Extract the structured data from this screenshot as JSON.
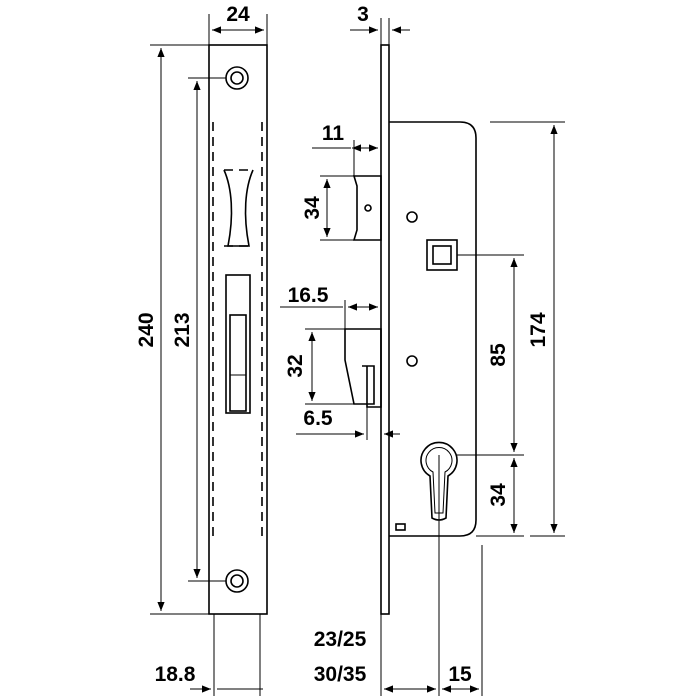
{
  "dimensions": {
    "faceplate_width": "24",
    "faceplate_thickness": "3",
    "overall_height": "240",
    "screw_spacing": "213",
    "latch_projection": "11",
    "latch_height": "34",
    "deadbolt_projection": "16.5",
    "deadbolt_height": "32",
    "deadbolt_hook": "6.5",
    "follower_to_cylinder": "85",
    "cylinder_to_bottom": "34",
    "case_height": "174",
    "backset_line1": "23/25",
    "backset_line2": "30/35",
    "faceplate_offset": "18.8",
    "cylinder_offset": "15"
  },
  "colors": {
    "line": "#000000",
    "background": "#ffffff"
  }
}
